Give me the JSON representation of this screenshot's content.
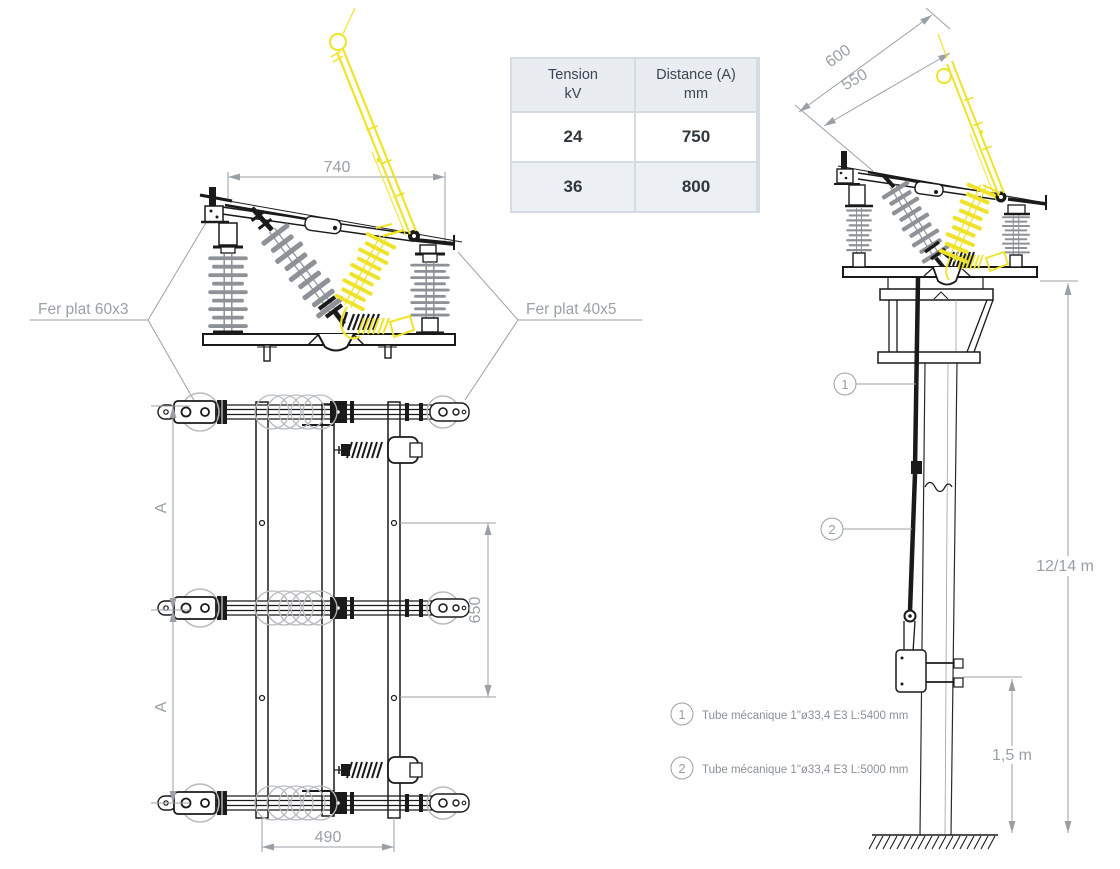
{
  "front_view": {
    "dim_width": "740",
    "label_left": "Fer plat 60x3",
    "label_right": "Fer plat 40x5"
  },
  "plan_view": {
    "dim_phase_spacing_1": "A",
    "dim_phase_spacing_2": "A",
    "dim_interaxis": "650",
    "dim_tube_spacing": "490"
  },
  "side_view": {
    "dim_blade_outer": "600",
    "dim_blade_inner": "550",
    "dim_pole_height": "12/14 m",
    "dim_handle_height": "1,5 m",
    "callout_1": "1",
    "callout_2": "2"
  },
  "table": {
    "headers": [
      {
        "line1": "Tension",
        "line2": "kV"
      },
      {
        "line1": "Distance (A)",
        "line2": "mm"
      }
    ],
    "rows": [
      [
        "24",
        "750"
      ],
      [
        "36",
        "800"
      ]
    ]
  },
  "notes": [
    {
      "ref": "1",
      "text": "Tube mécanique 1\"ø33,4 E3 L:5400 mm"
    },
    {
      "ref": "2",
      "text": "Tube mécanique 1\"ø33,4 E3 L:5000 mm"
    }
  ],
  "colors": {
    "accent_yellow": "#efe32a",
    "line_black": "#1a1a1a",
    "dim_gray": "#9aa0a6",
    "insulator_gray": "#8e9297",
    "table_header_bg": "#e9edf2",
    "table_alt_bg": "#eceff4",
    "table_border": "#d5dbe3",
    "table_text": "#30363d"
  }
}
